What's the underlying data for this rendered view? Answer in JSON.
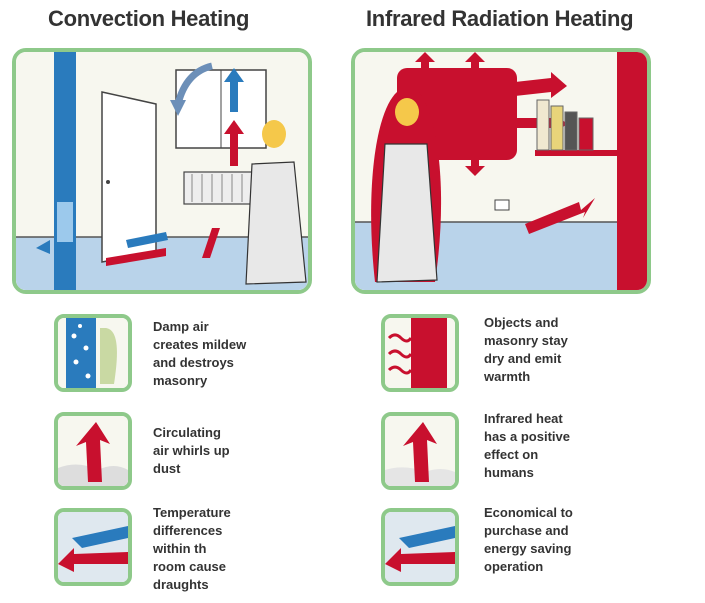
{
  "columns": [
    {
      "title": "Convection Heating",
      "items": [
        {
          "icon": "damp-wall-icon",
          "text": "Damp air\ncreates mildew\nand destroys\nmasonry"
        },
        {
          "icon": "dust-arrow-icon",
          "text": "Circulating\nair whirls up\ndust"
        },
        {
          "icon": "temperature-arrows-icon",
          "text": "Temperature\ndifferences\nwithin th\nroom cause\ndraughts"
        }
      ]
    },
    {
      "title": "Infrared Radiation Heating",
      "items": [
        {
          "icon": "warm-wall-icon",
          "text": "Objects and\nmasonry stay\ndry and emit\nwarmth"
        },
        {
          "icon": "human-heat-icon",
          "text": "Infrared heat\nhas a positive\neffect on\nhumans"
        },
        {
          "icon": "energy-arrows-icon",
          "text": "Economical to\npurchase and\nenergy saving\noperation"
        }
      ]
    }
  ],
  "colors": {
    "frame": "#8ec98a",
    "heat": "#c8102e",
    "cool": "#2a7bbd",
    "floor": "#b9d3ea"
  }
}
